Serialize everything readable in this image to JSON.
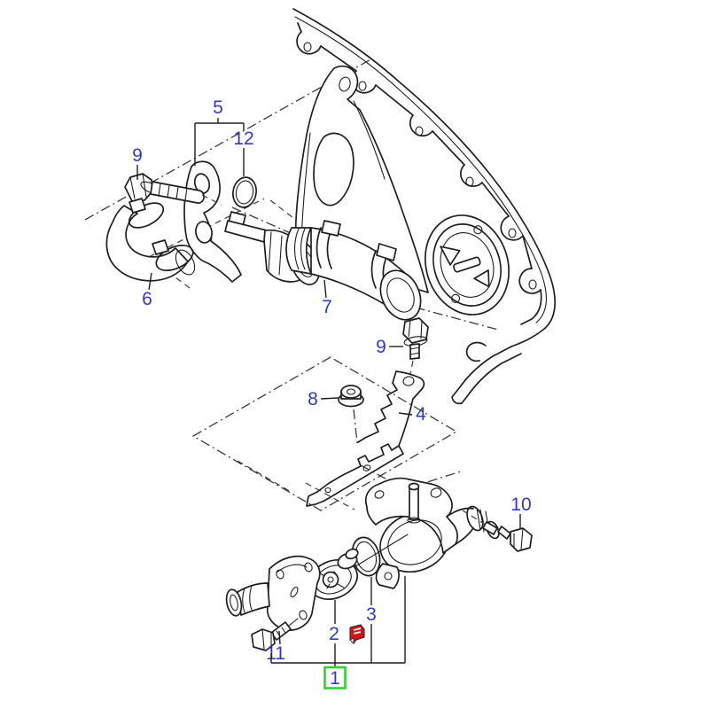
{
  "diagram": {
    "kind": "exploded-parts-diagram",
    "background_color": "#ffffff",
    "line_color": "#1f1f1f",
    "callout_color": "#3139c4",
    "highlight_box_color": "#2fd32f",
    "marker_icon_color": "#d61414"
  },
  "labels": {
    "l1": "1",
    "l2": "2",
    "l3": "3",
    "l4": "4",
    "l5": "5",
    "l6": "6",
    "l7": "7",
    "l8": "8",
    "l9": "9",
    "l10": "10",
    "l11": "11",
    "l12": "12"
  },
  "icons": {
    "part_marker": "red-note-flag-icon"
  }
}
